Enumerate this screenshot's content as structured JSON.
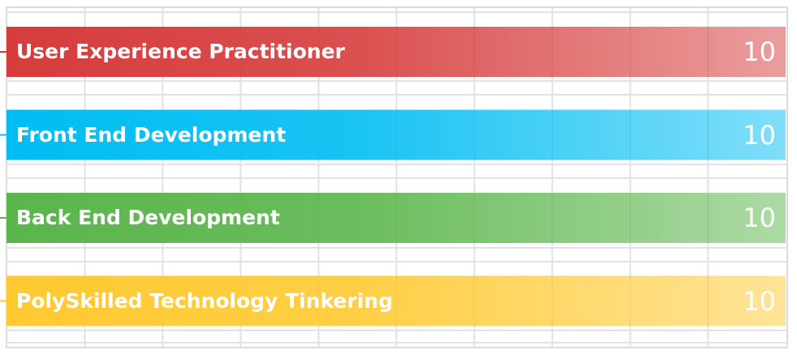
{
  "chart_data": {
    "type": "bar",
    "orientation": "horizontal",
    "categories": [
      "User Experience Practitioner",
      "Front End Development",
      "Back End Development",
      "PolySkilled Technology Tinkering"
    ],
    "values": [
      10,
      10,
      10,
      10
    ],
    "xlim": [
      0,
      10
    ],
    "grid": true,
    "colors": [
      "#d63c3c",
      "#00bdf2",
      "#5ab54b",
      "#ffc930"
    ],
    "title": "",
    "xlabel": "",
    "ylabel": ""
  }
}
